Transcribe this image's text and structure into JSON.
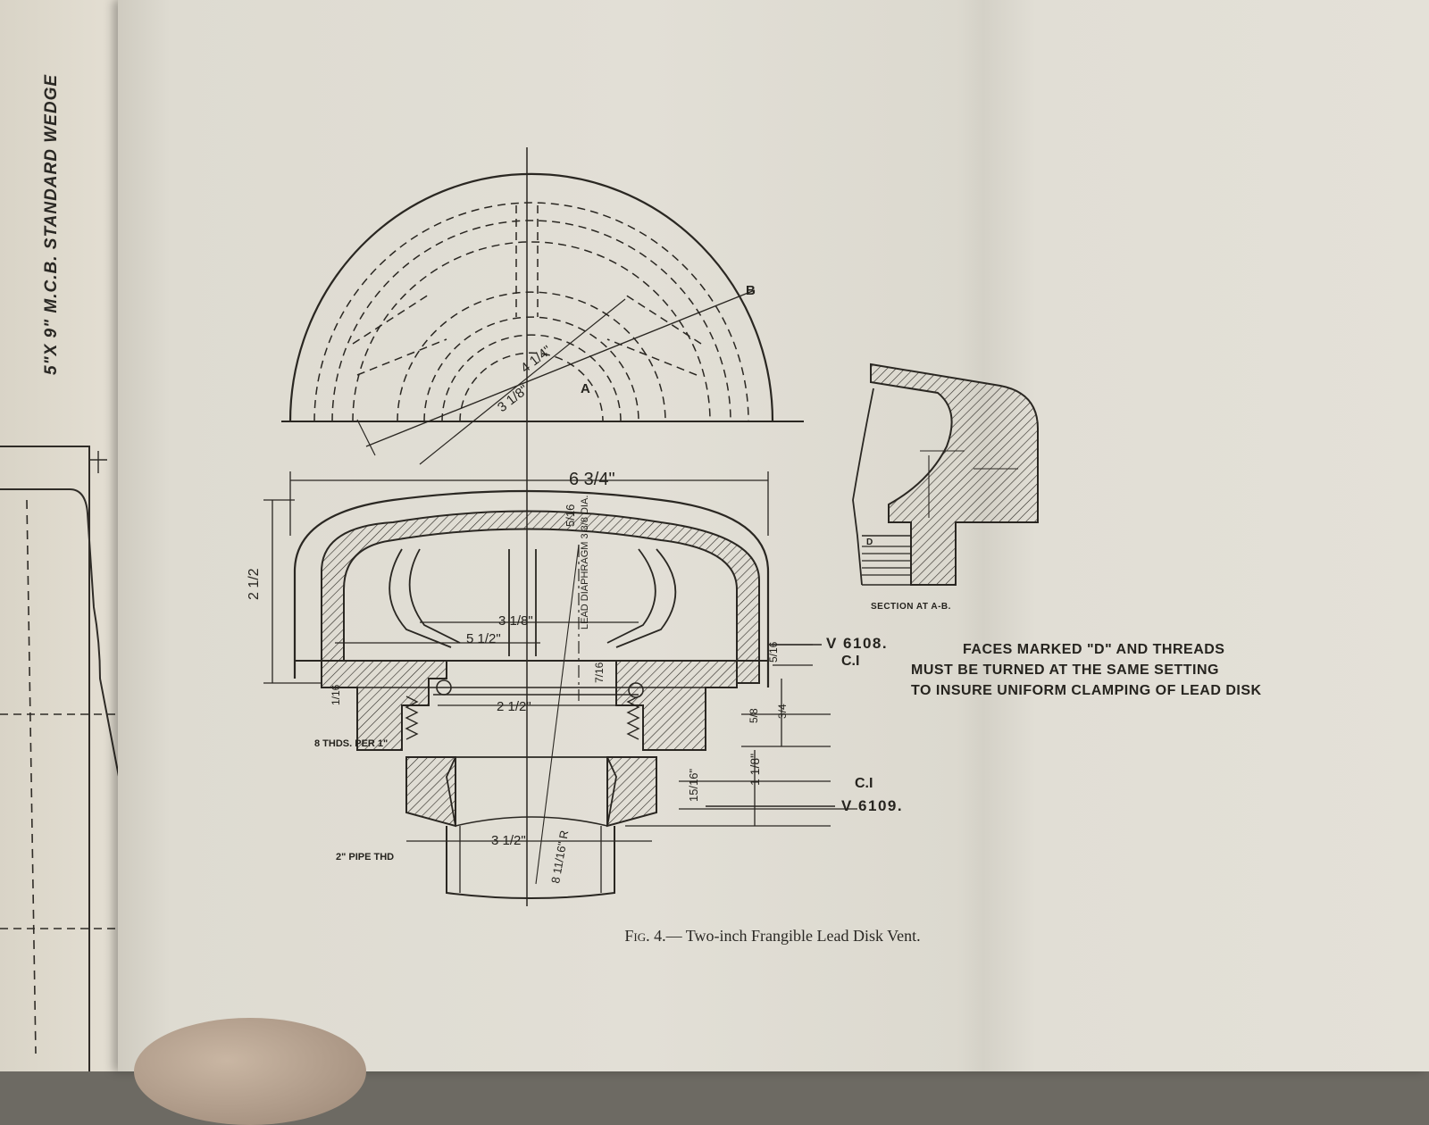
{
  "spine": {
    "title": "5\"X 9\" M.C.B. STANDARD WEDGE"
  },
  "drawing": {
    "part_labels": {
      "upper_part": "V 6108.",
      "upper_material": "C.I",
      "lower_part": "V 6109.",
      "lower_material": "C.I"
    },
    "section_label": "SECTION AT A-B.",
    "section_marks": [
      "A",
      "B"
    ],
    "callouts": {
      "threads": "8 THDS. PER 1\"",
      "pipe_thread": "2\" PIPE THD",
      "diaphragm": "LEAD DIAPHRAGM 3 3/8 DIA.",
      "face_d": "D"
    },
    "dimensions": {
      "overall_width": "6 3/4\"",
      "height": "2 1/2",
      "shell": "5/16",
      "bore_outer": "5 1/2\"",
      "bore_inner": "3 1/8\"",
      "throat": "2 1/2\"",
      "pipe_bore": "3 1/2\"",
      "rim": "5/16",
      "lower_height": "1 1/8\"",
      "nut_height": "15/16\"",
      "radius": "8 11/16\" R",
      "plan_a": "4 1/4\"",
      "plan_b": "3 1/8\"",
      "flange": "5/8",
      "flange_b": "3/4",
      "gap": "7/16",
      "seat": "1/16"
    }
  },
  "note": {
    "line1": "FACES MARKED \"D\" AND THREADS",
    "line2": "MUST BE TURNED AT THE SAME SETTING",
    "line3": "TO INSURE UNIFORM CLAMPING OF LEAD DISK"
  },
  "caption": {
    "fig": "Fig. 4.—",
    "text": " Two-inch Frangible Lead Disk Vent."
  }
}
